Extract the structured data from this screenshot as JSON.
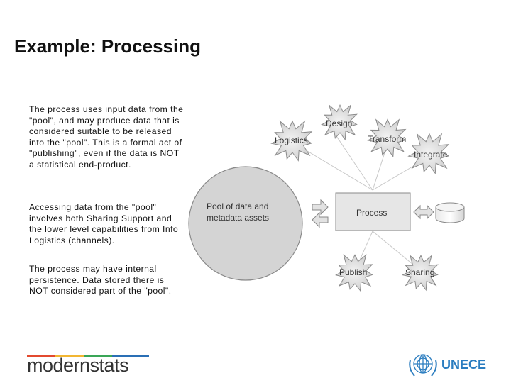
{
  "title": "Example: Processing",
  "paragraphs": [
    "The process uses input data from the \"pool\", and may produce data that is considered suitable to be released into the \"pool\". This is a formal act of \"publishing\", even if the data is NOT a statistical end-product.",
    "Accessing data from the \"pool\" involves both Sharing Support and the lower level capabilities from Info Logistics (channels).",
    "The process may have internal persistence. Data stored there is NOT considered part of the \"pool\"."
  ],
  "diagram": {
    "pool_label_line1": "Pool of data and",
    "pool_label_line2": "metadata assets",
    "process_label": "Process",
    "stars": {
      "design": "Design",
      "logistics": "Logistics",
      "transform": "Transform",
      "integrate": "Integrate",
      "publish": "Publish",
      "sharing": "Sharing"
    }
  },
  "logos": {
    "modernstats": "modernstats",
    "unece": "UNECE"
  },
  "colors": {
    "pool_fill": "#d4d4d4",
    "star_fill": "#d0d0d0",
    "box_fill": "#e6e6e6",
    "unece_blue": "#2b7dc0"
  }
}
